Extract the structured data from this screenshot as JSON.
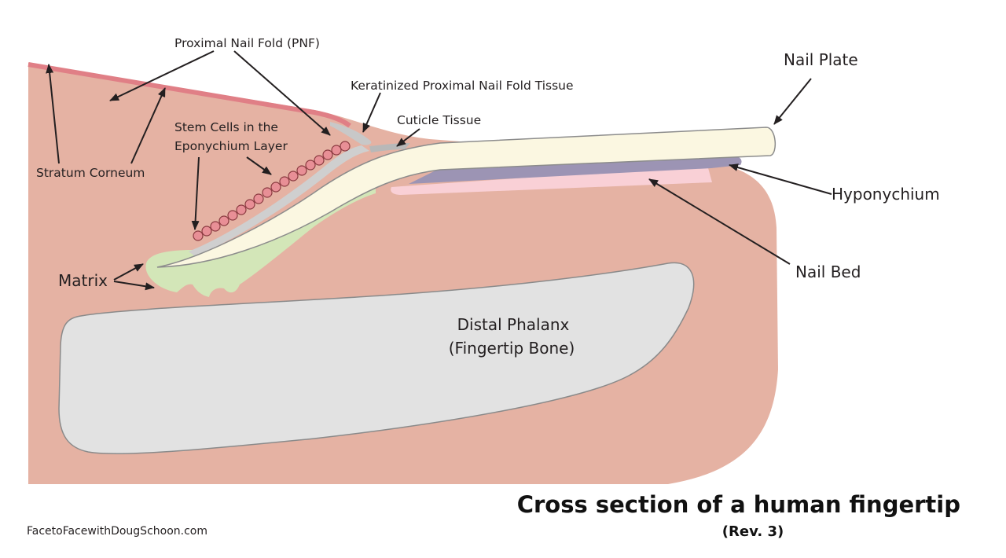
{
  "labels": {
    "proximal_nail_fold": "Proximal Nail Fold (PNF)",
    "keratinized_pnf": "Keratinized Proximal Nail Fold Tissue",
    "cuticle": "Cuticle Tissue",
    "nail_plate": "Nail Plate",
    "stem_cells_line1": "Stem Cells in the",
    "stem_cells_line2": "Eponychium Layer",
    "stratum_corneum": "Stratum Corneum",
    "hyponychium": "Hyponychium",
    "nail_bed": "Nail Bed",
    "matrix": "Matrix",
    "bone_line1": "Distal Phalanx",
    "bone_line2": "(Fingertip Bone)"
  },
  "title": "Cross section of a human fingertip",
  "revision": "(Rev. 3)",
  "credit": "FacetoFacewithDougSchoon.com",
  "colors": {
    "skin": "#e5b2a3",
    "stratum": "#e07f86",
    "bone": "#e2e2e2",
    "nail_plate": "#fbf7e1",
    "nail_bed": "#f9d0d6",
    "hyponychium": "#9c94b4",
    "matrix": "#d3e6b8",
    "stem_cells": "#e88f96",
    "cuticle": "#b8b8b8"
  }
}
